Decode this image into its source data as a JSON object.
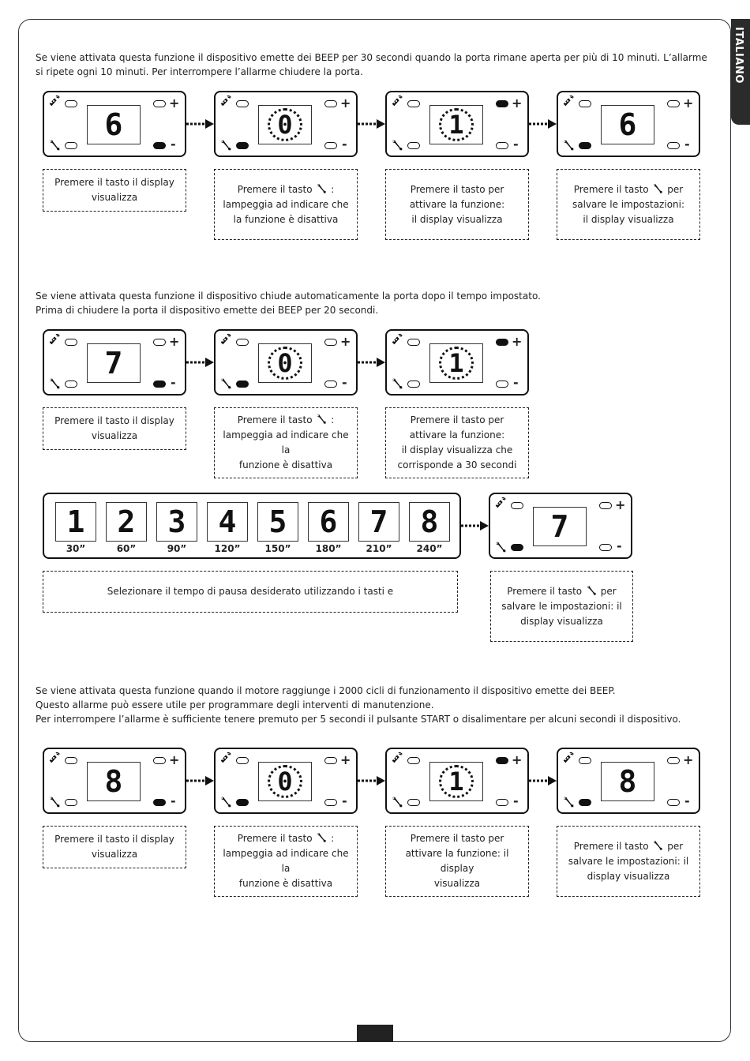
{
  "language_tab": "ITALIANO",
  "section1": {
    "paragraph": [
      "Se viene attivata questa funzione il dispositivo emette dei BEEP per 30 secondi quando la porta rimane aperta per più di 10 minuti. L’allarme",
      "si ripete ogni 10 minuti. Per interrompere l’allarme chiudere la porta."
    ],
    "panels": [
      {
        "digit": "6",
        "style": "solid",
        "led_plus": "off",
        "led_minus": "on",
        "led_wrench": "off"
      },
      {
        "digit": "0",
        "style": "dotted",
        "led_plus": "off",
        "led_minus": "off",
        "led_wrench": "on"
      },
      {
        "digit": "1",
        "style": "dotted",
        "led_plus": "on",
        "led_minus": "off",
        "led_wrench": "off"
      },
      {
        "digit": "6",
        "style": "solid",
        "led_plus": "off",
        "led_minus": "off",
        "led_wrench": "on"
      }
    ],
    "notes": [
      {
        "pre": "Premere il tasto    il display",
        "post": "visualizza",
        "icon": false
      },
      {
        "pre": "Premere il tasto",
        "post": ":",
        "line2": "lampeggia ad indicare che",
        "line3": "la funzione è disattiva",
        "icon": true
      },
      {
        "pre": "Premere il tasto     per",
        "post": "attivare la funzione:",
        "line2": "il display visualizza",
        "icon": false
      },
      {
        "pre": "Premere il tasto",
        "post": "per",
        "line2": "salvare le impostazioni:",
        "line3": "il display visualizza",
        "icon": true
      }
    ]
  },
  "section2": {
    "paragraph": [
      "Se viene attivata questa funzione il dispositivo chiude automaticamente la porta dopo il tempo impostato.",
      "Prima di chiudere la porta il dispositivo emette dei BEEP per 20 secondi."
    ],
    "panels": [
      {
        "digit": "7",
        "style": "solid",
        "led_plus": "off",
        "led_minus": "on",
        "led_wrench": "off"
      },
      {
        "digit": "0",
        "style": "dotted",
        "led_plus": "off",
        "led_minus": "off",
        "led_wrench": "on"
      },
      {
        "digit": "1",
        "style": "dotted",
        "led_plus": "on",
        "led_minus": "off",
        "led_wrench": "off"
      }
    ],
    "notes": [
      {
        "pre": "Premere il tasto    il display",
        "post": "visualizza",
        "icon": false
      },
      {
        "pre": "Premere il tasto",
        "post": ":",
        "line2": "lampeggia ad indicare che la",
        "line3": "funzione è disattiva",
        "icon": true
      },
      {
        "pre": "Premere il tasto     per",
        "post": "attivare la funzione:",
        "line2": "il display visualizza   che",
        "line3": "corrisponde a 30 secondi",
        "icon": false
      }
    ],
    "time_options": [
      {
        "digit": "1",
        "label": "30”"
      },
      {
        "digit": "2",
        "label": "60”"
      },
      {
        "digit": "3",
        "label": "90”"
      },
      {
        "digit": "4",
        "label": "120”"
      },
      {
        "digit": "5",
        "label": "150”"
      },
      {
        "digit": "6",
        "label": "180”"
      },
      {
        "digit": "7",
        "label": "210”"
      },
      {
        "digit": "8",
        "label": "240”"
      }
    ],
    "select_note": "Selezionare il tempo di pausa desiderato utilizzando i tasti     e",
    "save_panel": {
      "digit": "7",
      "style": "solid",
      "led_plus": "off",
      "led_minus": "off",
      "led_wrench": "on"
    },
    "save_note": {
      "pre": "Premere il tasto",
      "post": "per",
      "line2": "salvare le impostazioni: il",
      "line3": "display visualizza",
      "icon": true
    }
  },
  "section3": {
    "paragraph": [
      "Se viene attivata questa funzione quando il motore raggiunge i 2000 cicli di funzionamento il dispositivo emette dei BEEP.",
      "Questo allarme può essere utile per programmare degli interventi di manutenzione.",
      "Per interrompere l’allarme è sufficiente tenere premuto per 5 secondi il pulsante START o disalimentare per alcuni secondi il dispositivo."
    ],
    "panels": [
      {
        "digit": "8",
        "style": "solid",
        "led_plus": "off",
        "led_minus": "on",
        "led_wrench": "off"
      },
      {
        "digit": "0",
        "style": "dotted",
        "led_plus": "off",
        "led_minus": "off",
        "led_wrench": "on"
      },
      {
        "digit": "1",
        "style": "dotted",
        "led_plus": "on",
        "led_minus": "off",
        "led_wrench": "off"
      },
      {
        "digit": "8",
        "style": "solid",
        "led_plus": "off",
        "led_minus": "off",
        "led_wrench": "on"
      }
    ],
    "notes": [
      {
        "pre": "Premere il tasto    il display",
        "post": "visualizza",
        "icon": false
      },
      {
        "pre": "Premere il tasto",
        "post": ":",
        "line2": "lampeggia ad indicare che la",
        "line3": "funzione è disattiva",
        "icon": true
      },
      {
        "pre": "Premere il tasto     per",
        "post": "attivare la funzione: il display",
        "line2": "visualizza",
        "icon": false
      },
      {
        "pre": "Premere il tasto",
        "post": "per",
        "line2": "salvare le impostazioni: il",
        "line3": "display visualizza",
        "icon": true
      }
    ]
  }
}
